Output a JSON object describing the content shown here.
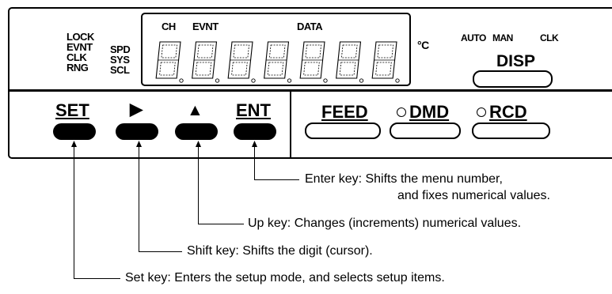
{
  "status_labels": {
    "lock": "LOCK",
    "evnt": "EVNT",
    "clk": "CLK",
    "rng": "RNG",
    "spd": "SPD",
    "sys": "SYS",
    "scl": "SCL"
  },
  "display": {
    "ch": "CH",
    "evnt": "EVNT",
    "data": "DATA",
    "unit": "°C",
    "digit_count": 7
  },
  "right_labels": {
    "auto": "AUTO",
    "man": "MAN",
    "clk": "CLK",
    "disp": "DISP"
  },
  "keys": {
    "set": "SET",
    "shift": "▶",
    "up": "▲",
    "ent": "ENT",
    "feed": "FEED",
    "dmd": "DMD",
    "rcd": "RCD"
  },
  "callouts": {
    "enter_1": "Enter key: Shifts the menu number,",
    "enter_2": "and fixes numerical values.",
    "up": "Up key: Changes (increments) numerical values.",
    "shift": "Shift key: Shifts the digit (cursor).",
    "set": "Set key: Enters the setup mode, and selects setup items."
  }
}
